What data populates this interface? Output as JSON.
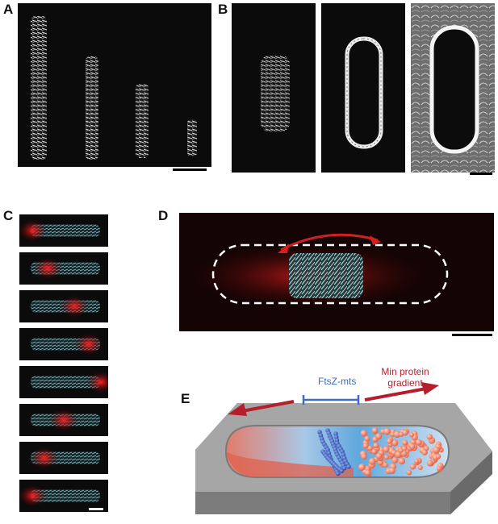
{
  "figure": {
    "panel_labels": {
      "a": "A",
      "b": "B",
      "c": "C",
      "d": "D",
      "e": "E"
    },
    "schematic": {
      "ftsz_label": "FtsZ-mts",
      "min_label_line1": "Min protein",
      "min_label_line2": "gradient"
    },
    "colors": {
      "ftsz_blue": "#3b6fc4",
      "min_red": "#c0272d",
      "cyan_signal": "#7fe6f0",
      "red_signal": "#e01818"
    },
    "c_frames": 8
  }
}
